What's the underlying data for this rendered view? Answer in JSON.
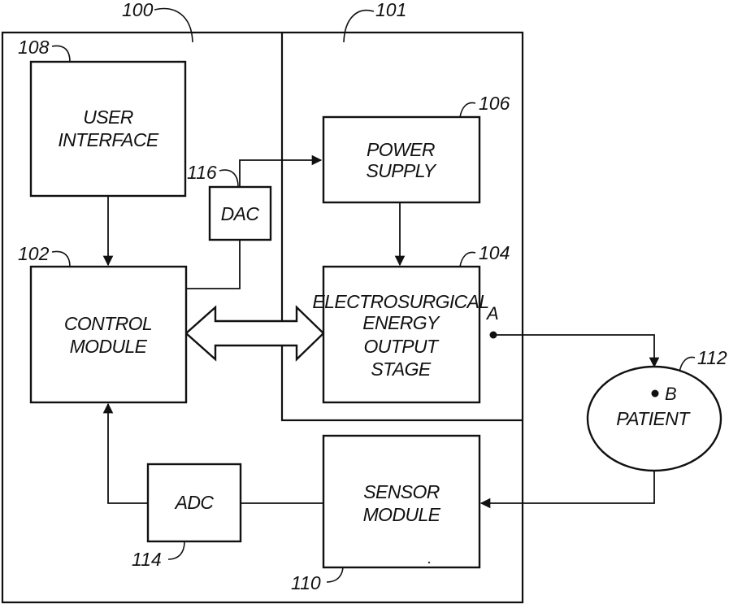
{
  "refs": {
    "r100": "100",
    "r101": "101",
    "r102": "102",
    "r104": "104",
    "r106": "106",
    "r108": "108",
    "r110": "110",
    "r112": "112",
    "r114": "114",
    "r116": "116"
  },
  "blocks": {
    "user_interface": [
      "USER",
      "INTERFACE"
    ],
    "control_module": [
      "CONTROL",
      "MODULE"
    ],
    "dac": "DAC",
    "adc": "ADC",
    "power_supply": [
      "POWER",
      "SUPPLY"
    ],
    "output_stage": [
      "ELECTROSURGICAL",
      "ENERGY",
      "OUTPUT",
      "STAGE"
    ],
    "sensor_module": [
      "SENSOR",
      "MODULE"
    ],
    "patient": "PATIENT"
  },
  "terminals": {
    "a": "A",
    "b": "B"
  }
}
